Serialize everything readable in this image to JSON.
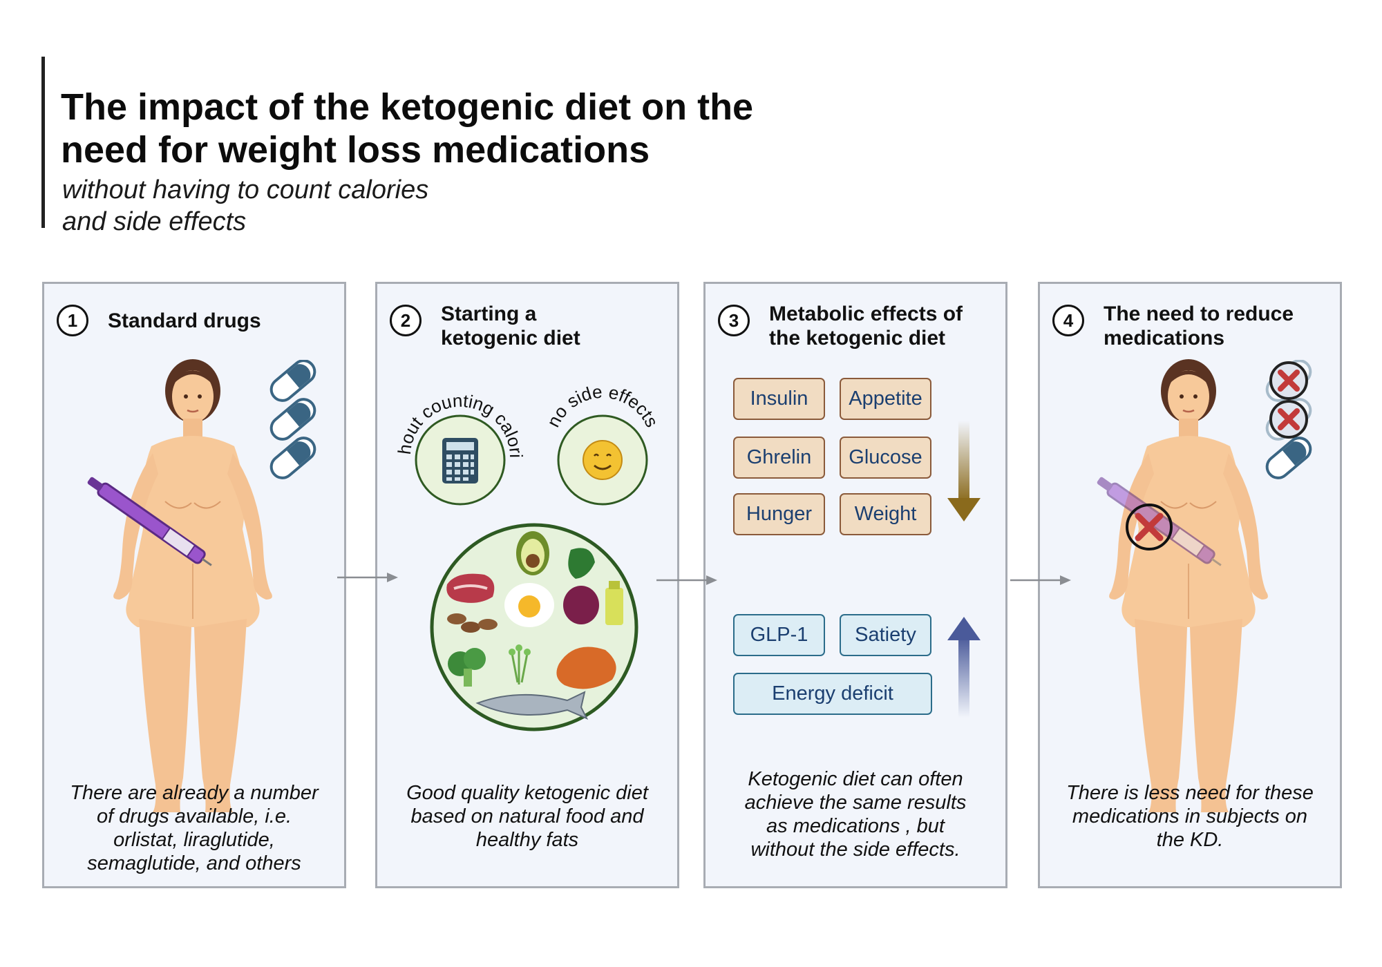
{
  "header": {
    "title_line1": "The impact of the ketogenic diet on the",
    "title_line2": "need for weight loss medications",
    "subtitle_line1": "without having to count calories",
    "subtitle_line2": "and side effects"
  },
  "panels": [
    {
      "number": "1",
      "title": "Standard drugs",
      "caption_lines": [
        "There are already a number",
        "of drugs available, i.e.",
        "orlistat, liraglutide,",
        "semaglutide,  and others"
      ]
    },
    {
      "number": "2",
      "title_line1": "Starting a",
      "title_line2": "ketogenic diet",
      "badge_left": "without counting calories",
      "badge_right": "no side effects",
      "caption_lines": [
        "Good quality ketogenic diet",
        "based on natural food and",
        "healthy fats"
      ]
    },
    {
      "number": "3",
      "title_line1": "Metabolic effects of",
      "title_line2": "the ketogenic diet",
      "decreased": [
        "Insulin",
        "Appetite",
        "Ghrelin",
        "Glucose",
        "Hunger",
        "Weight"
      ],
      "increased": [
        "GLP-1",
        "Satiety",
        "Energy deficit"
      ],
      "caption_lines": [
        "Ketogenic diet can often",
        "achieve the same results",
        "as medications , but",
        "without the side effects."
      ]
    },
    {
      "number": "4",
      "title_line1": "The need to reduce",
      "title_line2": "medications",
      "caption_lines": [
        "There is less need for these",
        "medications in subjects on",
        "the KD."
      ]
    }
  ],
  "colors": {
    "panel_bg": "#f2f5fb",
    "panel_border": "#a8acb3",
    "decrease_arrow": "#8a6a1c",
    "increase_arrow": "#4a5a9a",
    "skin": "#f7c99a",
    "pen": "#8a3fc0",
    "pill": "#3a6583",
    "cross": "#c23a3a"
  }
}
